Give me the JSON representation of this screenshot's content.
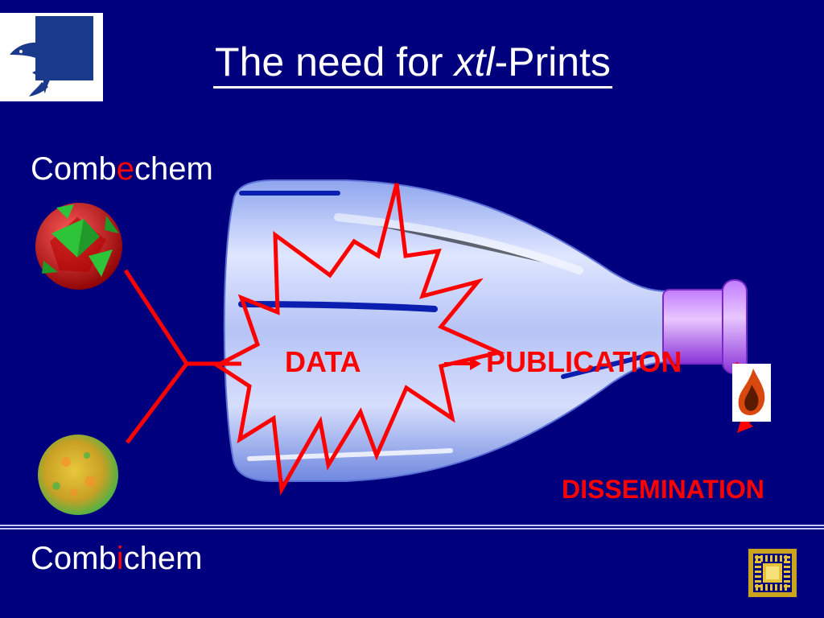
{
  "title": {
    "prefix": "The need for ",
    "italic": "xtl",
    "suffix": "-Prints"
  },
  "combechem": {
    "before": "Comb",
    "highlight": "e",
    "after": "chem"
  },
  "combichem": {
    "before": "Comb",
    "highlight": "i",
    "after": "chem"
  },
  "flow": {
    "data": "DATA",
    "publication": "PUBLICATION",
    "dissemination": "DISSEMINATION"
  },
  "colors": {
    "background": "#00007f",
    "accent_red": "#ff0000",
    "text_white": "#ffffff"
  },
  "icons": {
    "logo": "dolphin-logo-icon",
    "top_molecule": "polyhedron-molecule-icon",
    "bottom_molecule": "sphere-molecule-icon",
    "chip": "microchip-icon",
    "flame": "flame-icon"
  }
}
